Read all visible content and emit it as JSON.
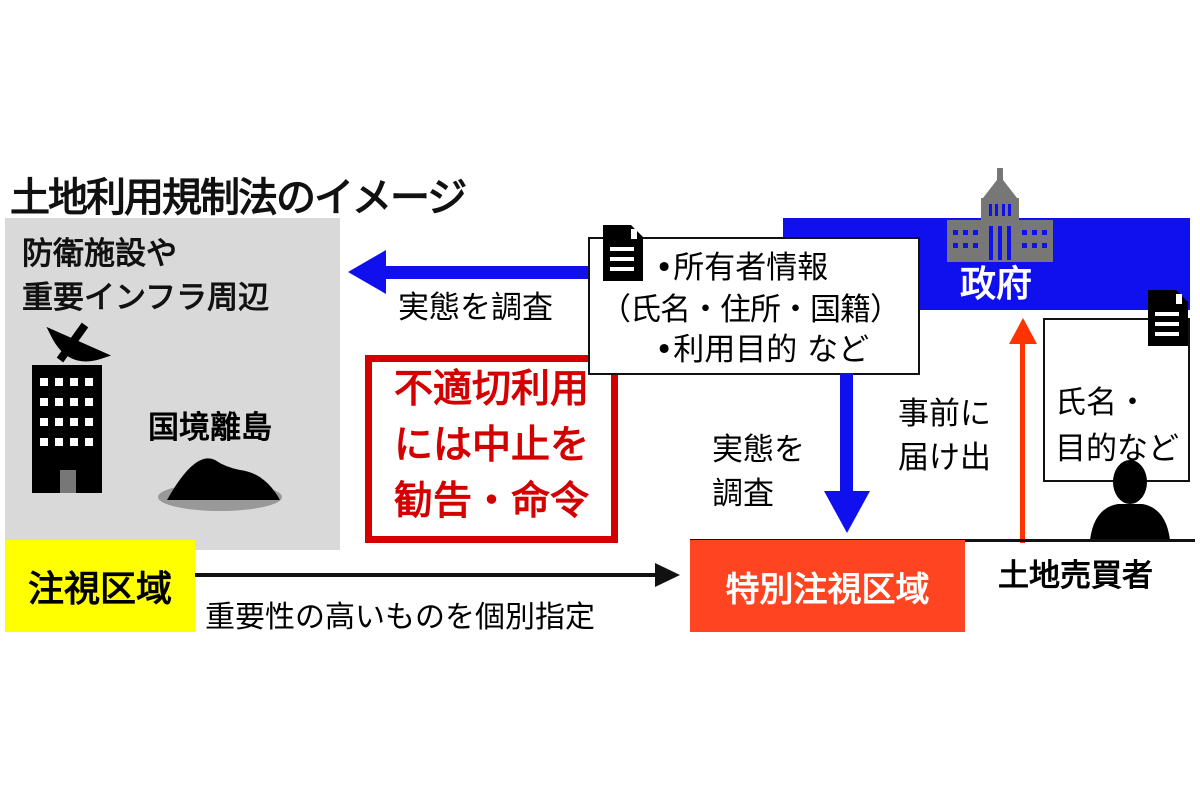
{
  "title": "土地利用規制法のイメージ",
  "area": {
    "line1": "防衛施設や",
    "line2": "重要インフラ周辺",
    "island": "国境離島"
  },
  "watch_zone": "注視区域",
  "designation": "重要性の高いものを個別指定",
  "survey_left": "実態を調査",
  "warning": {
    "line1": "不適切利用",
    "line2": "には中止を",
    "line3": "勧告・命令"
  },
  "info": {
    "line1": "•所有者情報",
    "line2": "（氏名・住所・国籍）",
    "line3": "•利用目的 など"
  },
  "government": "政府",
  "survey_down": {
    "line1": "実態を",
    "line2": "調査"
  },
  "notify": {
    "line1": "事前に",
    "line2": "届け出"
  },
  "report": {
    "line1": "氏名・",
    "line2": "目的など"
  },
  "special_zone": "特別注視区域",
  "trader": "土地売買者",
  "colors": {
    "blue": "#1010ee",
    "red": "#d40000",
    "orange": "#ff4422",
    "yellow": "#ffff00",
    "gray": "#d9d9d9"
  }
}
